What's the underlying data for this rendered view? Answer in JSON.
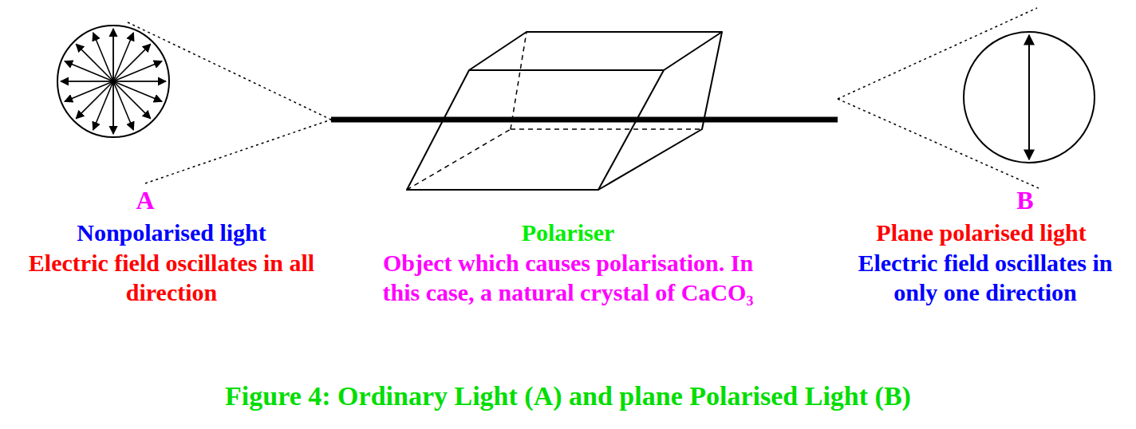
{
  "diagram": {
    "caption": "Figure 4: Ordinary Light (A) and plane Polarised Light (B)",
    "labels": [
      "A",
      "Nonpolarised light",
      "Electric field oscillates in all direction",
      "Polariser",
      "Object which causes polarisation. In this case, a natural crystal of CaCO₃",
      "B",
      "Plane polarised light",
      "Electric field oscillates in only one direction"
    ]
  }
}
